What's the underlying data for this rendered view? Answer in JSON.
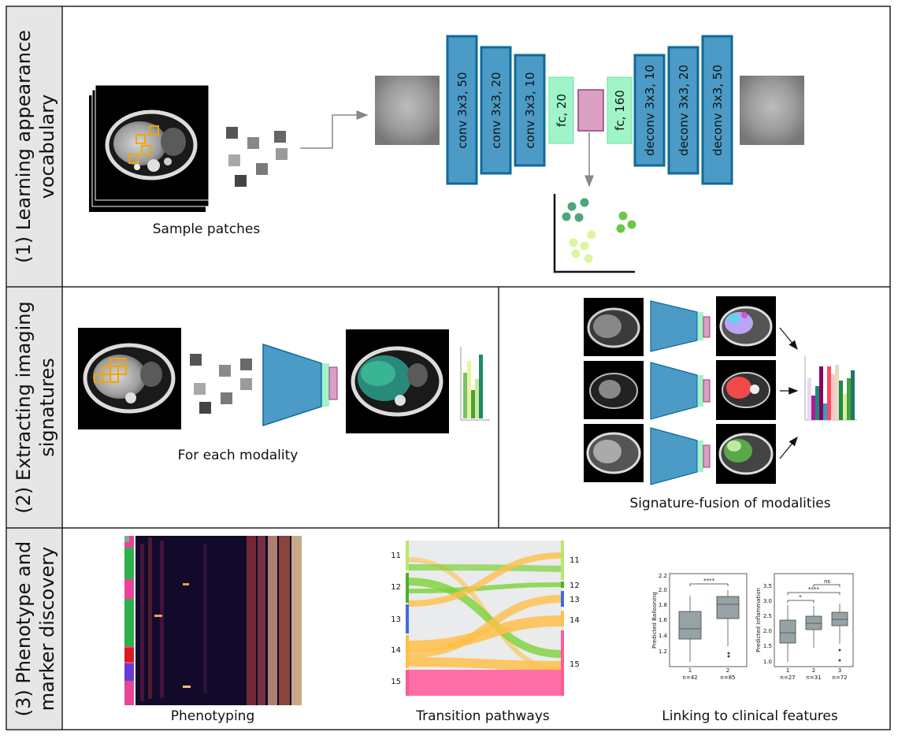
{
  "panels": {
    "row1": {
      "label_line1": "(1) Learning appearance",
      "label_line2": "vocabulary",
      "caption_patches": "Sample patches",
      "encoder_layers": [
        "conv 3x3, 50",
        "conv 3x3, 20",
        "conv 3x3, 10"
      ],
      "fc_in": "fc, 20",
      "fc_out": "fc, 160",
      "decoder_layers": [
        "deconv 3x3, 10",
        "deconv 3x3, 20",
        "deconv 3x3, 50"
      ]
    },
    "row2": {
      "label_line1": "(2) Extracting imaging",
      "label_line2": "signatures",
      "caption_left": "For each modality",
      "caption_right": "Signature-fusion of modalities"
    },
    "row3": {
      "label_line1": "(3) Phenotype and",
      "label_line2": "marker discovery",
      "caption_phenotyping": "Phenotyping",
      "caption_transition": "Transition pathways",
      "caption_linking": "Linking to clinical features",
      "sankey_left_labels": [
        "11",
        "12",
        "13",
        "14",
        "15"
      ],
      "sankey_right_labels": [
        "11",
        "12",
        "13",
        "14",
        "15"
      ],
      "boxplot1": {
        "ylabel": "Predicted Ballooning",
        "yticks": [
          "1.2",
          "1.4",
          "1.6",
          "1.8",
          "2.0",
          "2.2"
        ],
        "groups": [
          "1",
          "2"
        ],
        "counts": [
          "n=42",
          "n=85"
        ],
        "significance": [
          "****"
        ]
      },
      "boxplot2": {
        "ylabel": "Predicted Inflammation",
        "yticks": [
          "1.0",
          "1.5",
          "2.0",
          "2.5",
          "3.0",
          "3.5"
        ],
        "groups": [
          "1",
          "2",
          "3"
        ],
        "counts": [
          "n=27",
          "n=31",
          "n=72"
        ],
        "significance": [
          "ns",
          "****",
          "*"
        ]
      }
    }
  },
  "colors": {
    "layer_blue": "#4b9bc6",
    "layer_border": "#0f6a9a",
    "fc_green": "#9ff5c8",
    "latent_pink": "#d9a0c4",
    "orange_box": "#f0a500",
    "sankey_green": "#7dd23a",
    "sankey_orange": "#ffbf4a",
    "sankey_pink": "#ff6fa6",
    "sankey_blue": "#3f6de0"
  }
}
